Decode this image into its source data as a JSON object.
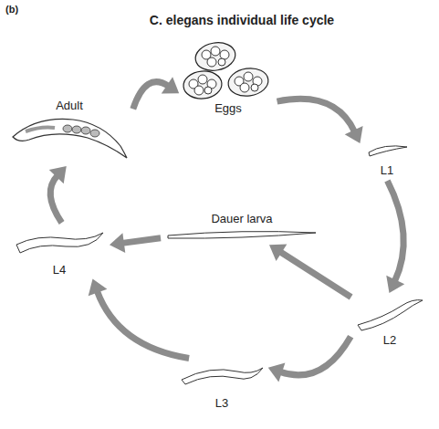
{
  "diagram": {
    "title": "C. elegans individual life cycle",
    "nodes": [
      {
        "text": [
          "Eggs"
        ]
      },
      {
        "text": [
          "L1"
        ]
      },
      {
        "text": [
          "L2"
        ]
      },
      {
        "text": [
          "L3"
        ]
      },
      {
        "text": [
          "L4"
        ]
      },
      {
        "text": [
          "Adult"
        ]
      },
      {
        "text": [
          "Dauer larva"
        ]
      }
    ],
    "edges": [
      {
        "from": 0,
        "to": 1,
        "arrow": "to"
      },
      {
        "from": 1,
        "to": 2,
        "arrow": "to"
      },
      {
        "from": 2,
        "to": 3,
        "arrow": "to"
      },
      {
        "from": 3,
        "to": 4,
        "arrow": "to"
      },
      {
        "from": 4,
        "to": 5,
        "arrow": "to"
      },
      {
        "from": 5,
        "to": 0,
        "arrow": "to"
      },
      {
        "from": 2,
        "to": 6,
        "arrow": "to"
      },
      {
        "from": 6,
        "to": 4,
        "arrow": "to"
      }
    ],
    "labels": [
      "(b)"
    ]
  }
}
